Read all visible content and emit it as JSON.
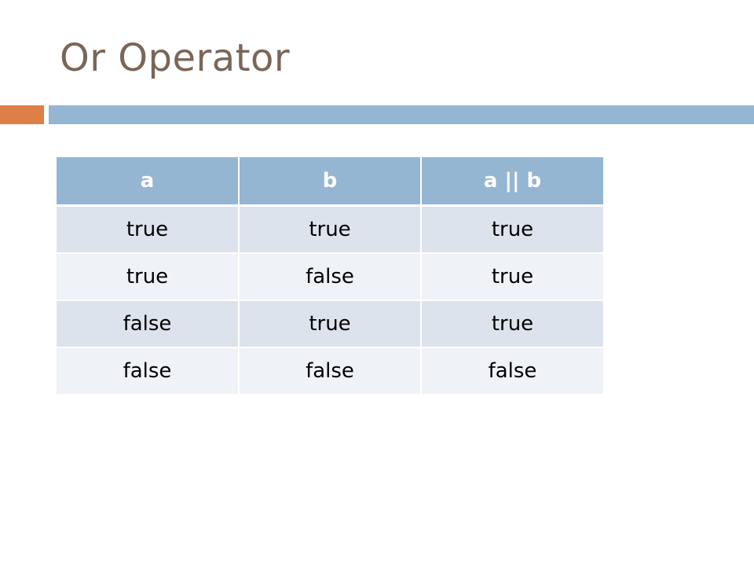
{
  "slide": {
    "title": "Or Operator"
  },
  "colors": {
    "title": "#7a6658",
    "accent_orange": "#dd8047",
    "accent_blue": "#94b6d2",
    "header_bg": "#94b6d2",
    "row_dark": "#dde3ec",
    "row_light": "#eff2f7"
  },
  "table": {
    "headers": [
      "a",
      "b",
      "a || b"
    ],
    "rows": [
      [
        "true",
        "true",
        "true"
      ],
      [
        "true",
        "false",
        "true"
      ],
      [
        "false",
        "true",
        "true"
      ],
      [
        "false",
        "false",
        "false"
      ]
    ]
  }
}
